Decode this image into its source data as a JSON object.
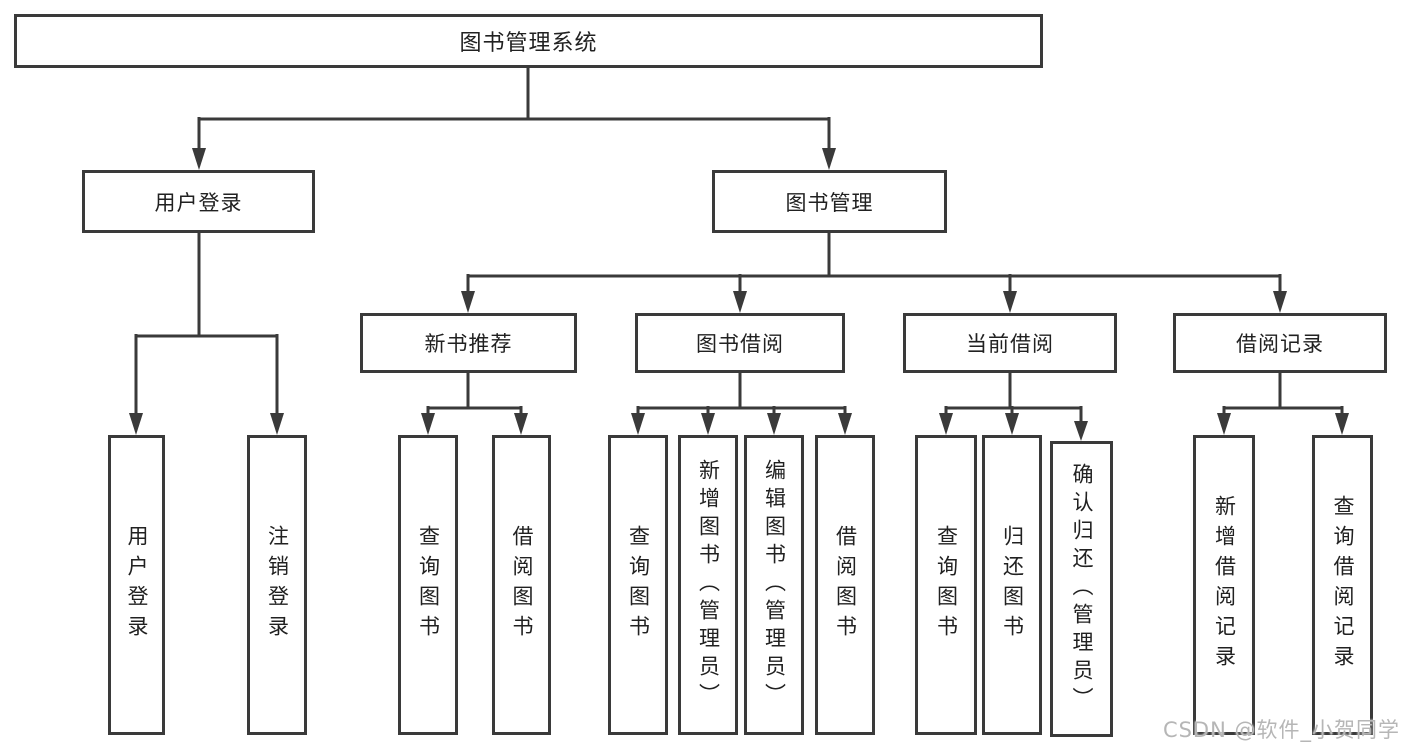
{
  "colors": {
    "background": "#ffffff",
    "line": "#3a3a3a",
    "box_border": "#3a3a3a",
    "box_fill": "#ffffff",
    "text": "#212121",
    "watermark": "#b6b6b6"
  },
  "watermark": "CSDN @软件_小贺同学",
  "diagram": {
    "root": "图书管理系统",
    "branches": [
      {
        "label": "用户登录",
        "children": [
          "用户登录",
          "注销登录"
        ]
      },
      {
        "label": "图书管理",
        "sections": [
          {
            "label": "新书推荐",
            "children": [
              "查询图书",
              "借阅图书"
            ]
          },
          {
            "label": "图书借阅",
            "children": [
              "查询图书",
              "新增图书（管理员）",
              "编辑图书（管理员）",
              "借阅图书"
            ]
          },
          {
            "label": "当前借阅",
            "children": [
              "查询图书",
              "归还图书",
              "确认归还（管理员）"
            ]
          },
          {
            "label": "借阅记录",
            "children": [
              "新增借阅记录",
              "查询借阅记录"
            ]
          }
        ]
      }
    ]
  }
}
